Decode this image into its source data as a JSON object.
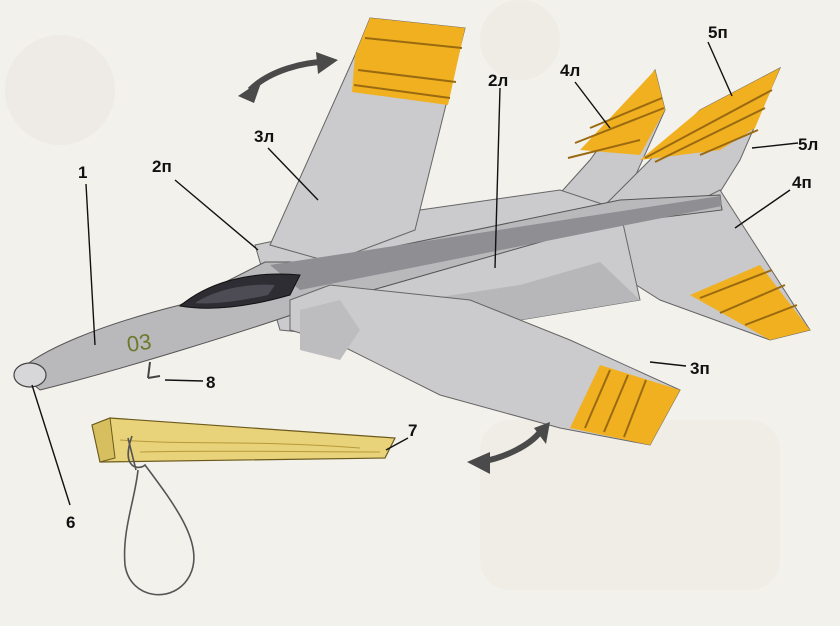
{
  "diagram": {
    "fuselage_marking": "03",
    "labels": {
      "part_1": "1",
      "part_2l": "2л",
      "part_2p": "2п",
      "part_3l": "3л",
      "part_3p": "3п",
      "part_4l": "4л",
      "part_4p": "4п",
      "part_5l": "5л",
      "part_5p": "5п",
      "part_6": "6",
      "part_7": "7",
      "part_8": "8"
    },
    "colors": {
      "paper": "#f3f1ec",
      "body_gray": "#c7c6c8",
      "body_dark": "#8f8e93",
      "tip_yellow": "#f1b020",
      "tip_line": "#9a6a10",
      "stick_wood": "#e8d27a",
      "arrow_gray": "#4a4a4a",
      "marking_green": "#6c7a2c"
    }
  }
}
